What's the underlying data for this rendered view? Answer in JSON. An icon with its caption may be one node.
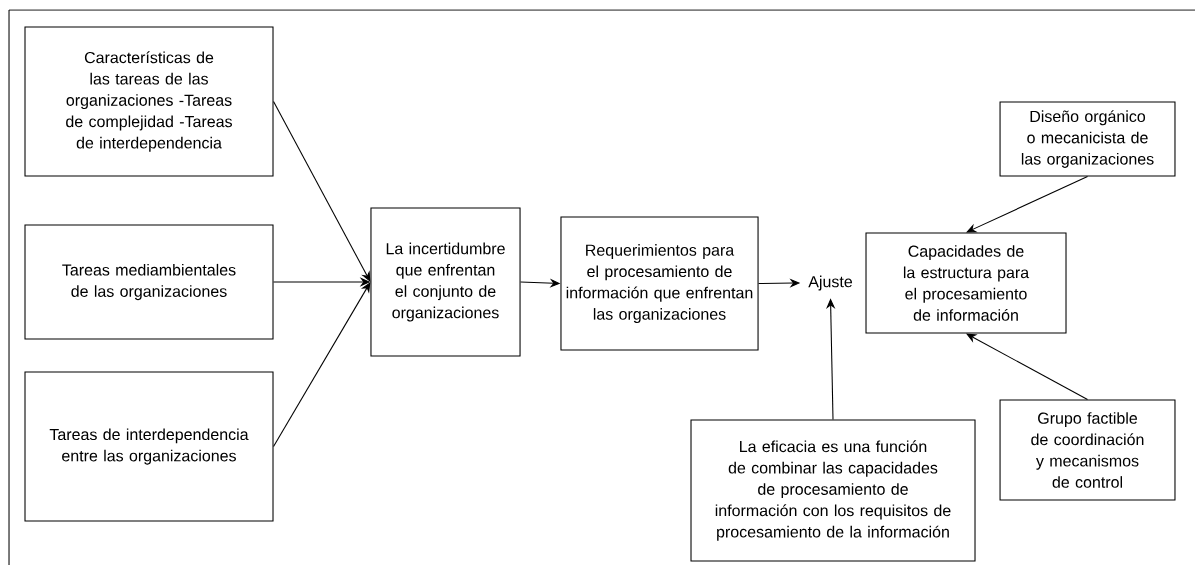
{
  "diagram": {
    "nodes": [
      {
        "text": [
          "Características de las tareas de las organizaciones -Tareas de complejidad -Tareas de interdependencia"
        ]
      },
      {
        "text": [
          "Tareas mediambientales de las organizaciones"
        ]
      },
      {
        "text": [
          "Tareas de interdependencia entre las organizaciones"
        ]
      },
      {
        "text": [
          "La incertidumbre que enfrentan el conjunto de organizaciones"
        ]
      },
      {
        "text": [
          "Requerimientos para el procesamiento de información que enfrentan las organizaciones"
        ]
      },
      {
        "text": [
          "Ajuste"
        ]
      },
      {
        "text": [
          "Diseño orgánico o mecanicista de las organizaciones"
        ]
      },
      {
        "text": [
          "Capacidades de la estructura para el procesamiento de información"
        ]
      },
      {
        "text": [
          "La eficacia es una función de combinar las capacidades de procesamiento de información con los requisitos de procesamiento de la información"
        ]
      },
      {
        "text": [
          "Grupo factible de coordinación y mecanismos de control"
        ]
      }
    ],
    "edges": [
      {
        "from": 0,
        "to": 3,
        "arrow": "to"
      },
      {
        "from": 1,
        "to": 3,
        "arrow": "to"
      },
      {
        "from": 2,
        "to": 3,
        "arrow": "to"
      },
      {
        "from": 3,
        "to": 4,
        "arrow": "to"
      },
      {
        "from": 4,
        "to": 5,
        "arrow": "to"
      },
      {
        "from": 8,
        "to": 5,
        "arrow": "to"
      },
      {
        "from": 6,
        "to": 7,
        "arrow": "to"
      },
      {
        "from": 9,
        "to": 7,
        "arrow": "to"
      }
    ]
  }
}
